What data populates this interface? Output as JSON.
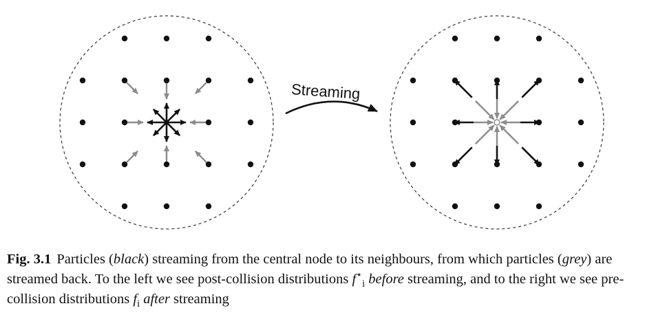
{
  "diagram": {
    "arrow_label": "Streaming",
    "colors": {
      "black_particles": "#111111",
      "grey_particles": "#8c8c8c",
      "lattice_nodes": "#111111",
      "boundary_circle": "#333333"
    }
  },
  "caption": {
    "label": "Fig. 3.1",
    "part1": "Particles (",
    "black": "black",
    "part2": ") streaming from the central node to its neighbours, from which particles (",
    "grey": "grey",
    "part3": ") are streamed back. To the left we see post-collision distributions ",
    "f_symbol": "f",
    "f_sub": "i",
    "f_sup": "⋆",
    "before": "before",
    "part4": " streaming, and to the right we see pre-collision distributions ",
    "f2_symbol": "f",
    "f2_sub": "i",
    "after": "after",
    "part5": " streaming"
  }
}
